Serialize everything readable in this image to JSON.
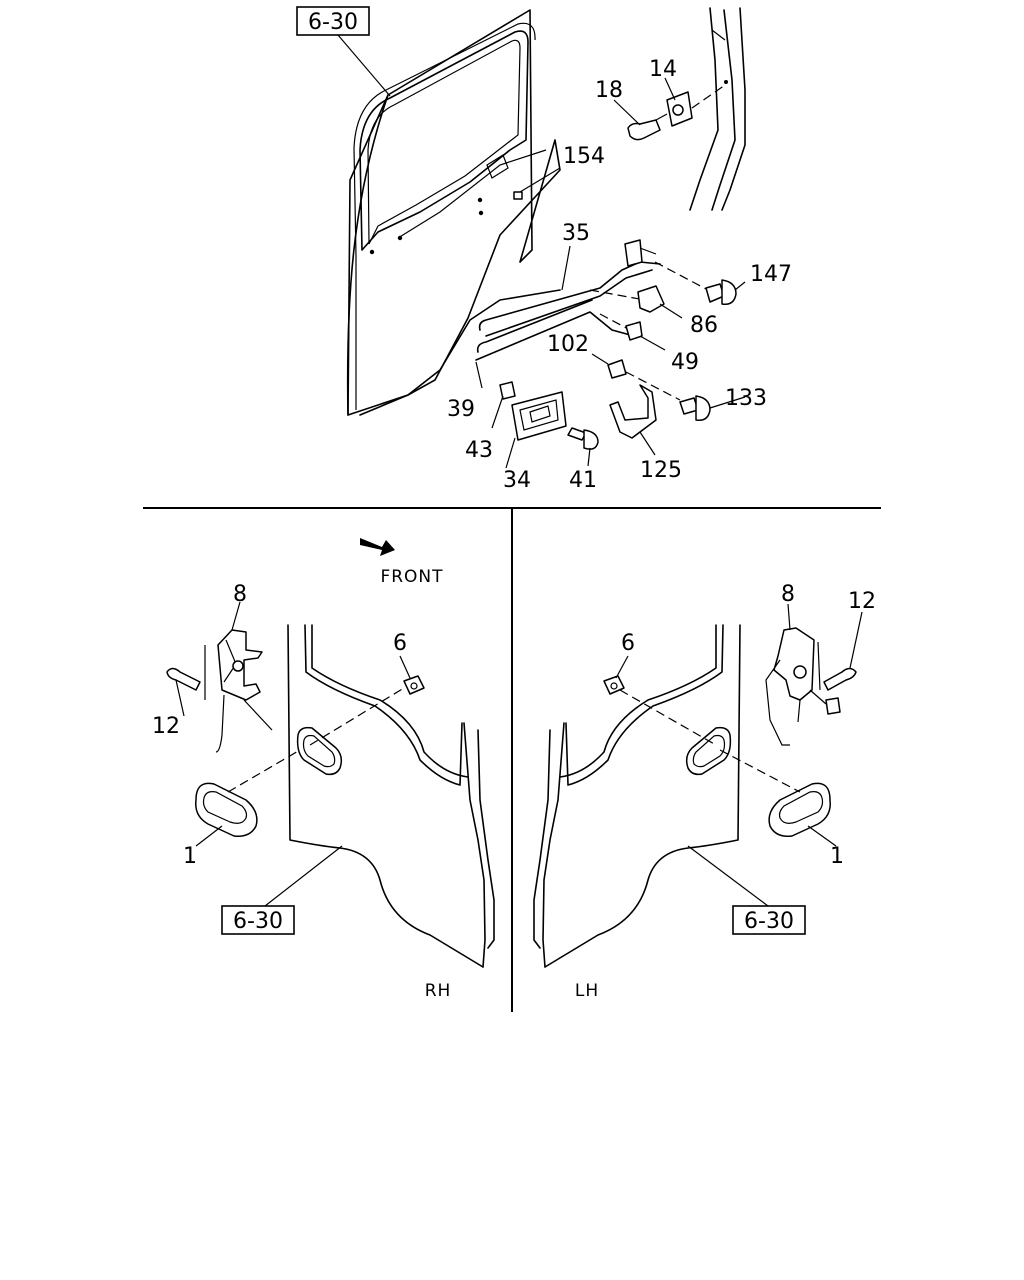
{
  "diagram": {
    "references": [
      "6-30"
    ],
    "front_label": "FRONT",
    "sides": {
      "right": "RH",
      "left": "LH"
    },
    "part_numbers": {
      "p14": "14",
      "p18": "18",
      "p154": "154",
      "p35": "35",
      "p147": "147",
      "p86": "86",
      "p49": "49",
      "p102": "102",
      "p133": "133",
      "p39": "39",
      "p43": "43",
      "p34": "34",
      "p41": "41",
      "p125": "125",
      "p8": "8",
      "p6": "6",
      "p12": "12",
      "p1": "1"
    }
  }
}
